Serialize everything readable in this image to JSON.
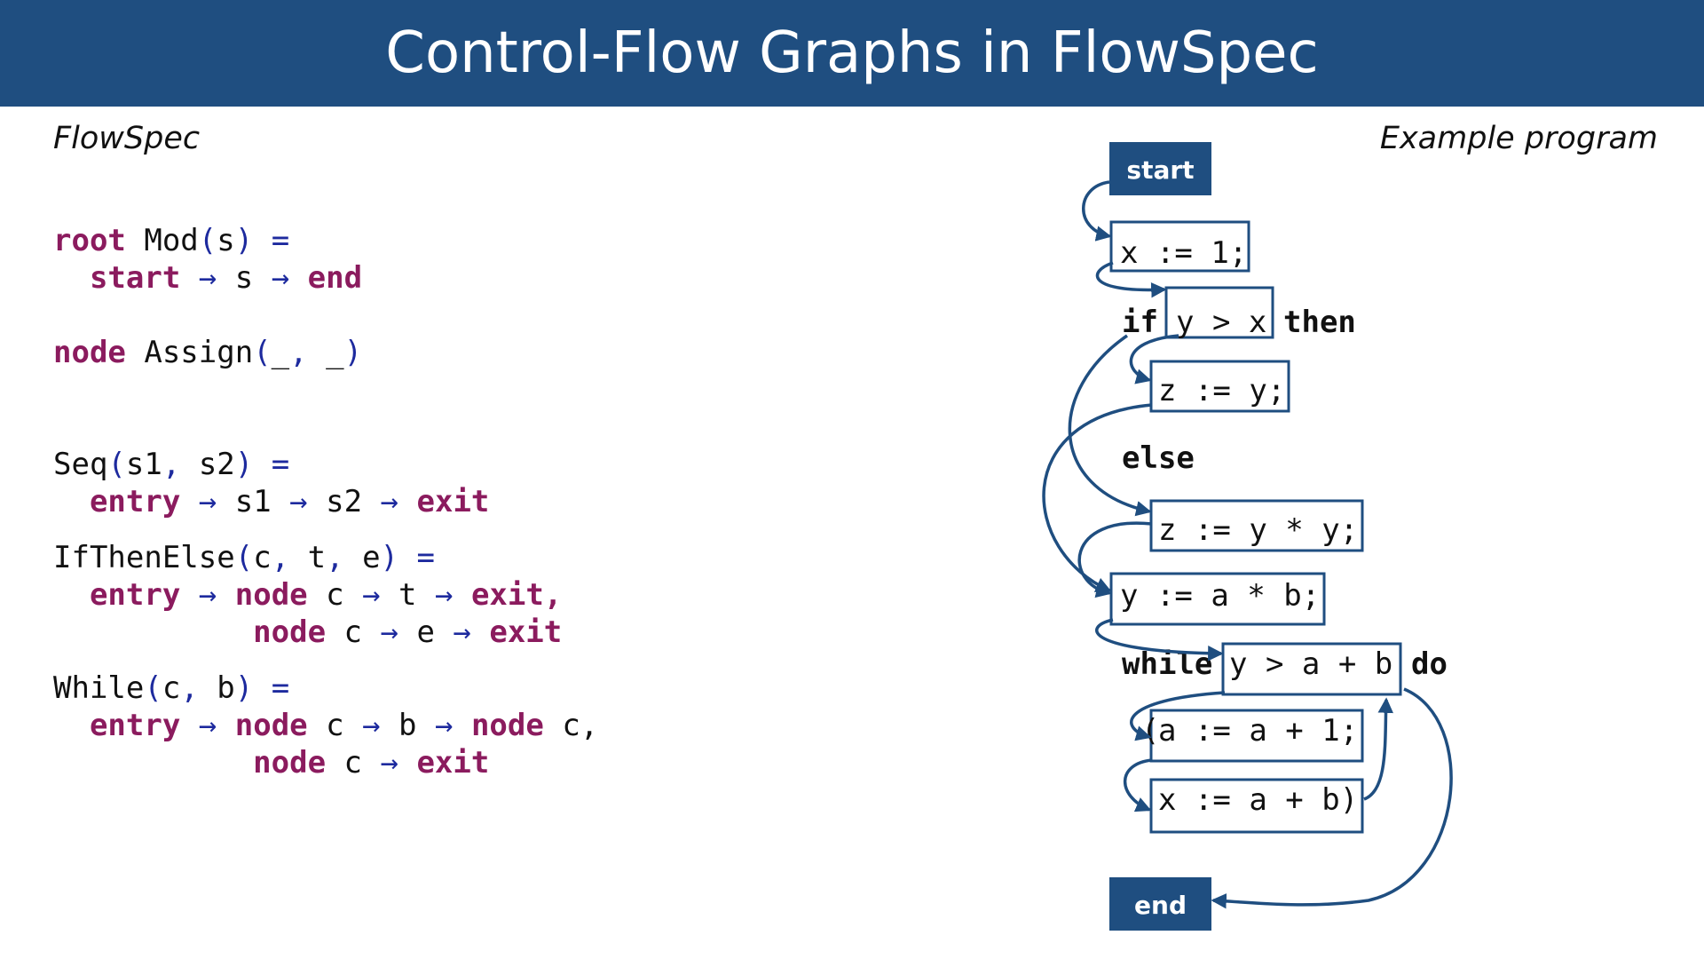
{
  "title": "Control-Flow Graphs in FlowSpec",
  "captions": {
    "left": "FlowSpec",
    "right": "Example program"
  },
  "spec_lines": [
    [
      {
        "t": "root",
        "c": "kw"
      },
      {
        "t": " Mod"
      },
      {
        "t": "(",
        "c": "op"
      },
      {
        "t": "s"
      },
      {
        "t": ")",
        "c": "op"
      },
      {
        "t": " "
      },
      {
        "t": "=",
        "c": "op"
      }
    ],
    [
      {
        "t": "  "
      },
      {
        "t": "start",
        "c": "kw"
      },
      {
        "t": " "
      },
      {
        "t": "→",
        "c": "op"
      },
      {
        "t": " s "
      },
      {
        "t": "→",
        "c": "op"
      },
      {
        "t": " "
      },
      {
        "t": "end",
        "c": "kw"
      }
    ],
    [],
    [],
    [
      {
        "t": "node",
        "c": "kw"
      },
      {
        "t": " Assign"
      },
      {
        "t": "(",
        "c": "op"
      },
      {
        "t": "_"
      },
      {
        "t": ",",
        "c": "op"
      },
      {
        "t": " _"
      },
      {
        "t": ")",
        "c": "op"
      }
    ],
    [],
    [],
    [],
    [],
    [
      {
        "t": "Seq"
      },
      {
        "t": "(",
        "c": "op"
      },
      {
        "t": "s1"
      },
      {
        "t": ",",
        "c": "op"
      },
      {
        "t": " s2"
      },
      {
        "t": ")",
        "c": "op"
      },
      {
        "t": " "
      },
      {
        "t": "=",
        "c": "op"
      }
    ],
    [
      {
        "t": "  "
      },
      {
        "t": "entry",
        "c": "kw"
      },
      {
        "t": " "
      },
      {
        "t": "→",
        "c": "op"
      },
      {
        "t": " s1 "
      },
      {
        "t": "→",
        "c": "op"
      },
      {
        "t": " s2 "
      },
      {
        "t": "→",
        "c": "op"
      },
      {
        "t": " "
      },
      {
        "t": "exit",
        "c": "kw"
      }
    ],
    [],
    [
      {
        "t": "IfThenElse"
      },
      {
        "t": "(",
        "c": "op"
      },
      {
        "t": "c"
      },
      {
        "t": ",",
        "c": "op"
      },
      {
        "t": " t"
      },
      {
        "t": ",",
        "c": "op"
      },
      {
        "t": " e"
      },
      {
        "t": ")",
        "c": "op"
      },
      {
        "t": " "
      },
      {
        "t": "=",
        "c": "op"
      }
    ],
    [
      {
        "t": "  "
      },
      {
        "t": "entry",
        "c": "kw"
      },
      {
        "t": " "
      },
      {
        "t": "→",
        "c": "op"
      },
      {
        "t": " "
      },
      {
        "t": "node",
        "c": "kw"
      },
      {
        "t": " c "
      },
      {
        "t": "→",
        "c": "op"
      },
      {
        "t": " t "
      },
      {
        "t": "→",
        "c": "op"
      },
      {
        "t": " "
      },
      {
        "t": "exit,",
        "c": "kw"
      }
    ],
    [
      {
        "t": "           "
      },
      {
        "t": "node",
        "c": "kw"
      },
      {
        "t": " c "
      },
      {
        "t": "→",
        "c": "op"
      },
      {
        "t": " e "
      },
      {
        "t": "→",
        "c": "op"
      },
      {
        "t": " "
      },
      {
        "t": "exit",
        "c": "kw"
      }
    ],
    [],
    [
      {
        "t": "While"
      },
      {
        "t": "(",
        "c": "op"
      },
      {
        "t": "c"
      },
      {
        "t": ",",
        "c": "op"
      },
      {
        "t": " b"
      },
      {
        "t": ")",
        "c": "op"
      },
      {
        "t": " "
      },
      {
        "t": "=",
        "c": "op"
      }
    ],
    [
      {
        "t": "  "
      },
      {
        "t": "entry",
        "c": "kw"
      },
      {
        "t": " "
      },
      {
        "t": "→",
        "c": "op"
      },
      {
        "t": " "
      },
      {
        "t": "node",
        "c": "kw"
      },
      {
        "t": " c "
      },
      {
        "t": "→",
        "c": "op"
      },
      {
        "t": " b "
      },
      {
        "t": "→",
        "c": "op"
      },
      {
        "t": " "
      },
      {
        "t": "node",
        "c": "kw"
      },
      {
        "t": " c,"
      }
    ],
    [
      {
        "t": "           "
      },
      {
        "t": "node",
        "c": "kw"
      },
      {
        "t": " c "
      },
      {
        "t": "→",
        "c": "op"
      },
      {
        "t": " "
      },
      {
        "t": "exit",
        "c": "kw"
      }
    ]
  ],
  "example": {
    "start": "start",
    "end": "end",
    "stmt1": "x := 1;",
    "if_kw": "if",
    "if_cond": "y > x",
    "then_kw": "then",
    "then_stmt": "z := y;",
    "else_kw": "else",
    "else_stmt": "z := y * y;",
    "stmt2": "y := a * b;",
    "while_kw": "while",
    "while_cond": "y > a + b",
    "do_kw": "do",
    "open_paren": "(",
    "body1": "a := a + 1;",
    "body2": "x := a + b)"
  },
  "colors": {
    "title_bg": "#1f4e80",
    "keyword": "#8b1b5e",
    "operator": "#1d2a9e",
    "edge": "#1f4e80"
  }
}
